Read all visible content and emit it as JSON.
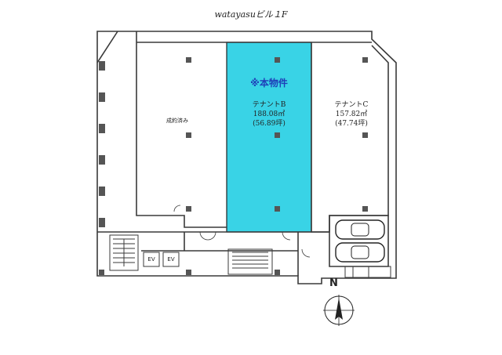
{
  "title": "watayasuビル１F",
  "subject_marker": "※本物件",
  "units": [
    {
      "status": "成約済み"
    },
    {
      "name": "テナントB",
      "area_m2": "188.08㎡",
      "area_tsubo": "(56.89坪)"
    },
    {
      "name": "テナントC",
      "area_m2": "157.82㎡",
      "area_tsubo": "(47.74坪)"
    }
  ],
  "elevators": [
    "EV",
    "EV"
  ],
  "compass_label": "N",
  "colors": {
    "highlight": "#39d3e6",
    "wall": "#3a3a3a",
    "column": "#555555",
    "marker": "#1f3fb8"
  }
}
